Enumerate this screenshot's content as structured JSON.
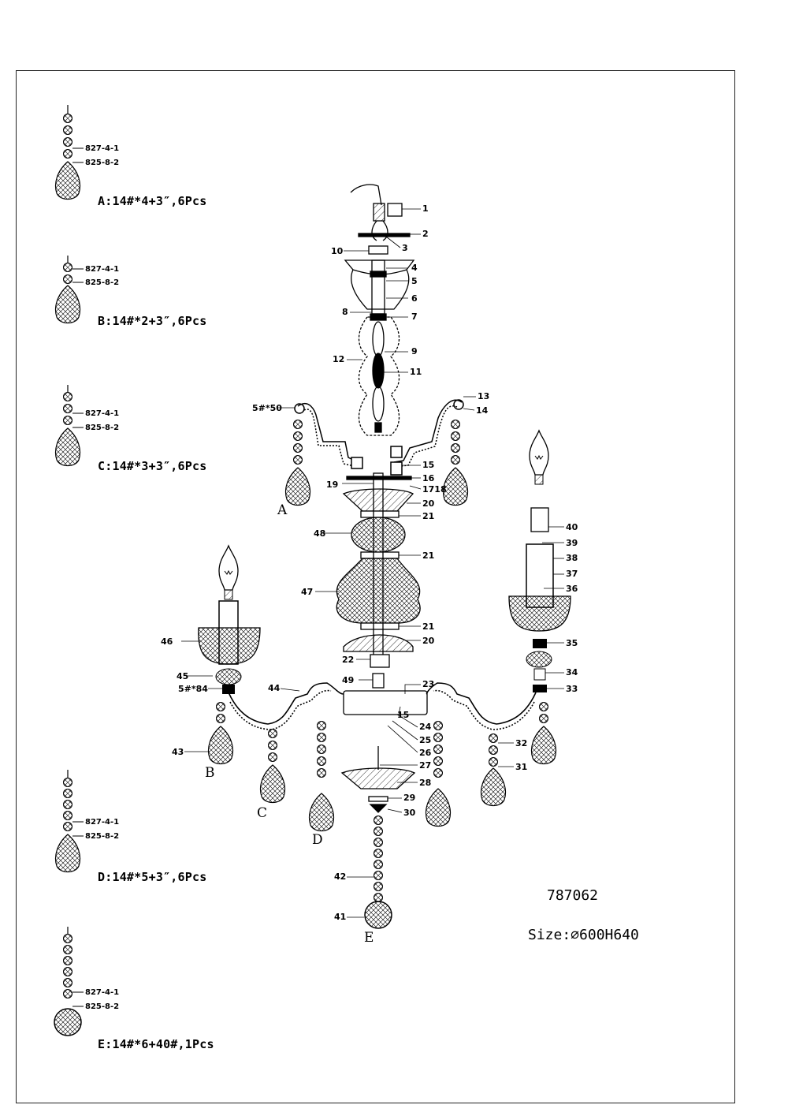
{
  "sheet": {
    "model_number": "787062",
    "size_label": "Size:⌀600H640"
  },
  "pendant_codes": {
    "upper": "827-4-1",
    "lower": "825-8-2"
  },
  "pendants": [
    {
      "label": "A:14#*4+3″,6Pcs"
    },
    {
      "label": "B:14#*2+3″,6Pcs"
    },
    {
      "label": "C:14#*3+3″,6Pcs"
    },
    {
      "label": "D:14#*5+3″,6Pcs"
    },
    {
      "label": "E:14#*6+40#,1Pcs"
    }
  ],
  "pendant_letters": [
    "A",
    "B",
    "C",
    "D",
    "E"
  ],
  "parts": [
    "1",
    "2",
    "3",
    "4",
    "5",
    "6",
    "7",
    "8",
    "9",
    "10",
    "11",
    "12",
    "13",
    "14",
    "15",
    "16",
    "1718",
    "19",
    "20",
    "21",
    "21",
    "21",
    "20",
    "22",
    "49",
    "23",
    "15",
    "24",
    "25",
    "26",
    "27",
    "28",
    "29",
    "30",
    "42",
    "41",
    "40",
    "39",
    "38",
    "37",
    "36",
    "35",
    "34",
    "33",
    "32",
    "31",
    "48",
    "47",
    "46",
    "45",
    "5#*84",
    "44",
    "43",
    "5#*50"
  ]
}
